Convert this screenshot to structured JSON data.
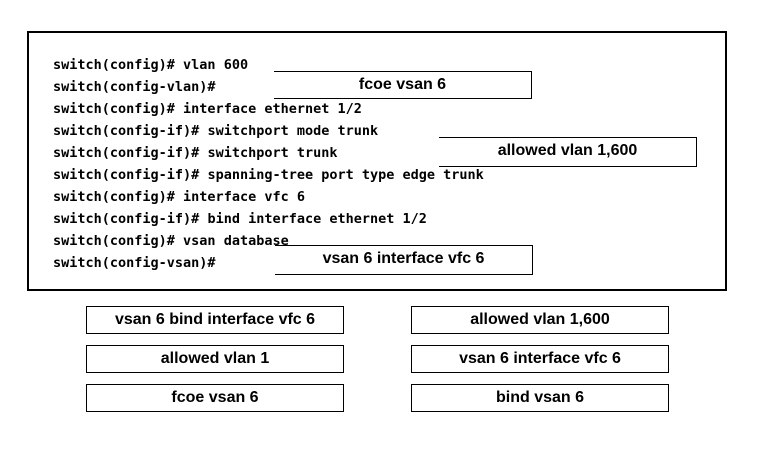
{
  "cli": {
    "lines": [
      {
        "prompt": "switch(config)#",
        "command": " vlan 600"
      },
      {
        "prompt": "switch(config-vlan)#",
        "command": ""
      },
      {
        "prompt": "switch(config)#",
        "command": " interface ethernet 1/2"
      },
      {
        "prompt": "switch(config-if)#",
        "command": " switchport mode trunk"
      },
      {
        "prompt": "switch(config-if)#",
        "command": " switchport trunk"
      },
      {
        "prompt": "switch(config-if)#",
        "command": " spanning-tree port type edge trunk"
      },
      {
        "prompt": "switch(config)#",
        "command": " interface vfc 6"
      },
      {
        "prompt": "switch(config-if)#",
        "command": " bind interface ethernet 1/2"
      },
      {
        "prompt": "switch(config)#",
        "command": " vsan database"
      },
      {
        "prompt": "switch(config-vsan)#",
        "command": ""
      }
    ]
  },
  "slots": {
    "vlan_slot": "fcoe vsan 6",
    "trunk_slot": "allowed vlan 1,600",
    "vsan_slot": "vsan 6 interface vfc 6"
  },
  "options": [
    {
      "label": "vsan 6 bind interface vfc 6"
    },
    {
      "label": "allowed vlan 1,600"
    },
    {
      "label": "allowed vlan 1"
    },
    {
      "label": "vsan 6 interface vfc 6"
    },
    {
      "label": "fcoe vsan 6"
    },
    {
      "label": "bind vsan 6"
    }
  ]
}
